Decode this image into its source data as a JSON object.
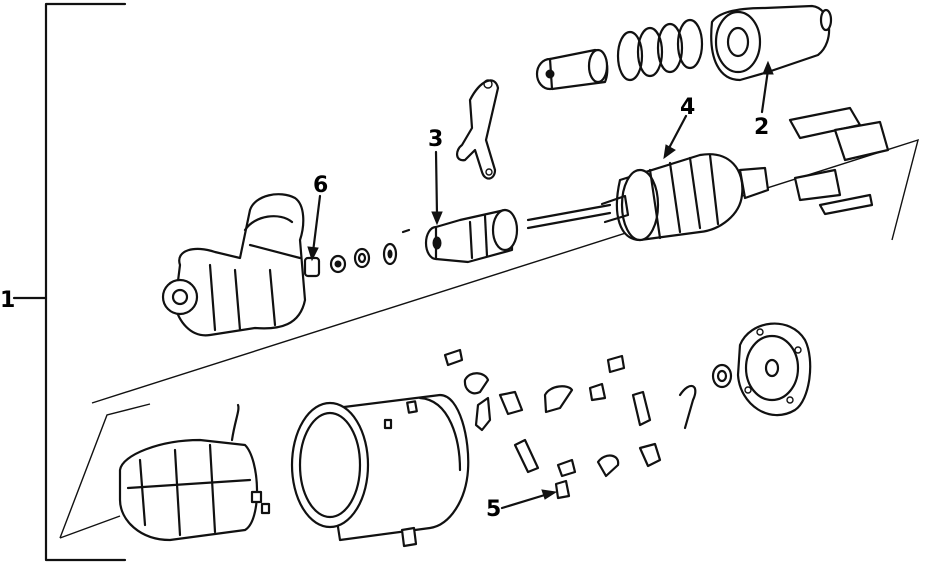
{
  "callouts": {
    "c1": "1",
    "c2": "2",
    "c3": "3",
    "c4": "4",
    "c5": "5",
    "c6": "6"
  },
  "parts": {
    "starter_assembly": "starter-motor-assembly",
    "solenoid": "solenoid",
    "drive_assembly": "starter-drive",
    "armature": "armature",
    "brush_holder": "brush",
    "housing": "starter-housing"
  }
}
